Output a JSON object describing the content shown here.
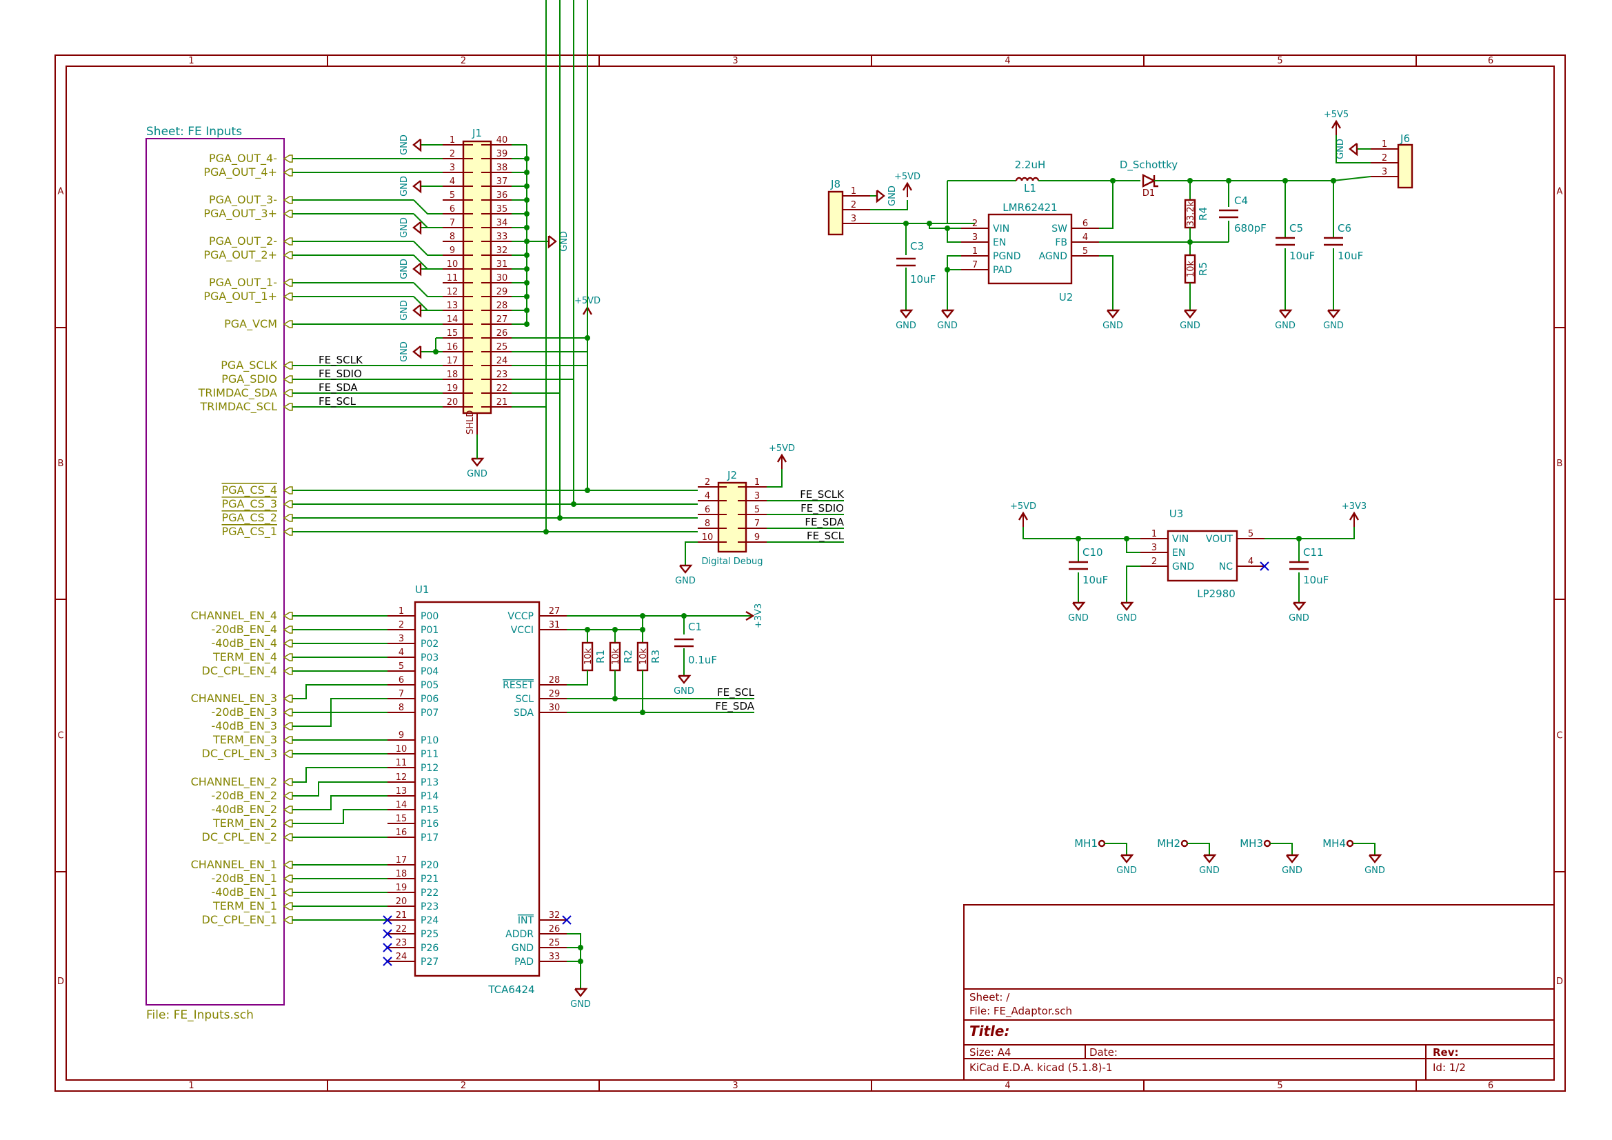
{
  "border": {
    "columns": [
      "1",
      "2",
      "3",
      "4",
      "5",
      "6"
    ],
    "rows": [
      "A",
      "B",
      "C",
      "D"
    ]
  },
  "hier_sheet": {
    "sheet_label": "Sheet: FE Inputs",
    "file_label": "File: FE_Inputs.sch",
    "pins": [
      "PGA_OUT_4-",
      "PGA_OUT_4+",
      "PGA_OUT_3-",
      "PGA_OUT_3+",
      "PGA_OUT_2-",
      "PGA_OUT_2+",
      "PGA_OUT_1-",
      "PGA_OUT_1+",
      "PGA_VCM",
      "PGA_SCLK",
      "PGA_SDIO",
      "TRIMDAC_SDA",
      "TRIMDAC_SCL",
      "PGA_CS_4",
      "PGA_CS_3",
      "PGA_CS_2",
      "PGA_CS_1",
      "CHANNEL_EN_4",
      "-20dB_EN_4",
      "-40dB_EN_4",
      "TERM_EN_4",
      "DC_CPL_EN_4",
      "CHANNEL_EN_3",
      "-20dB_EN_3",
      "-40dB_EN_3",
      "TERM_EN_3",
      "DC_CPL_EN_3",
      "CHANNEL_EN_2",
      "-20dB_EN_2",
      "-40dB_EN_2",
      "TERM_EN_2",
      "DC_CPL_EN_2",
      "CHANNEL_EN_1",
      "-20dB_EN_1",
      "-40dB_EN_1",
      "TERM_EN_1",
      "DC_CPL_EN_1"
    ]
  },
  "j1": {
    "ref": "J1",
    "shield": "SHLD",
    "left_pins": [
      "1",
      "2",
      "3",
      "4",
      "5",
      "6",
      "7",
      "8",
      "9",
      "10",
      "11",
      "12",
      "13",
      "14",
      "15",
      "16",
      "17",
      "18",
      "19",
      "20"
    ],
    "right_pins": [
      "40",
      "39",
      "38",
      "37",
      "36",
      "35",
      "34",
      "33",
      "32",
      "31",
      "30",
      "29",
      "28",
      "27",
      "26",
      "25",
      "24",
      "23",
      "22",
      "21"
    ]
  },
  "net_labels": {
    "fe_sclk": "FE_SCLK",
    "fe_sdio": "FE_SDIO",
    "fe_sda": "FE_SDA",
    "fe_scl": "FE_SCL"
  },
  "power": {
    "gnd": "GND",
    "p5vd": "+5VD",
    "p5v5": "+5V5",
    "p3v3": "+3V3"
  },
  "j2": {
    "ref": "J2",
    "value": "Digital Debug",
    "left_pins": [
      "2",
      "4",
      "6",
      "8",
      "10"
    ],
    "right_pins": [
      "1",
      "3",
      "5",
      "7",
      "9"
    ]
  },
  "u1": {
    "ref": "U1",
    "value": "TCA6424",
    "left_pins": [
      {
        "num": "1",
        "name": "P00"
      },
      {
        "num": "2",
        "name": "P01"
      },
      {
        "num": "3",
        "name": "P02"
      },
      {
        "num": "4",
        "name": "P03"
      },
      {
        "num": "5",
        "name": "P04"
      },
      {
        "num": "6",
        "name": "P05"
      },
      {
        "num": "7",
        "name": "P06"
      },
      {
        "num": "8",
        "name": "P07"
      },
      {
        "num": "9",
        "name": "P10"
      },
      {
        "num": "10",
        "name": "P11"
      },
      {
        "num": "11",
        "name": "P12"
      },
      {
        "num": "12",
        "name": "P13"
      },
      {
        "num": "13",
        "name": "P14"
      },
      {
        "num": "14",
        "name": "P15"
      },
      {
        "num": "15",
        "name": "P16"
      },
      {
        "num": "16",
        "name": "P17"
      },
      {
        "num": "17",
        "name": "P20"
      },
      {
        "num": "18",
        "name": "P21"
      },
      {
        "num": "19",
        "name": "P22"
      },
      {
        "num": "20",
        "name": "P23"
      },
      {
        "num": "21",
        "name": "P24"
      },
      {
        "num": "22",
        "name": "P25"
      },
      {
        "num": "23",
        "name": "P26"
      },
      {
        "num": "24",
        "name": "P27"
      }
    ],
    "right_pins": [
      {
        "num": "27",
        "name": "VCCP"
      },
      {
        "num": "31",
        "name": "VCCI"
      },
      {
        "num": "28",
        "name": "RESET"
      },
      {
        "num": "29",
        "name": "SCL"
      },
      {
        "num": "30",
        "name": "SDA"
      },
      {
        "num": "32",
        "name": "INT"
      },
      {
        "num": "26",
        "name": "ADDR"
      },
      {
        "num": "25",
        "name": "GND"
      },
      {
        "num": "33",
        "name": "PAD"
      }
    ]
  },
  "resistors_pullup": [
    {
      "ref": "R1",
      "value": "10k"
    },
    {
      "ref": "R2",
      "value": "10k"
    },
    {
      "ref": "R3",
      "value": "10k"
    }
  ],
  "c1": {
    "ref": "C1",
    "value": "0.1uF"
  },
  "j8": {
    "ref": "J8",
    "pins": [
      "1",
      "2",
      "3"
    ]
  },
  "u2": {
    "ref": "U2",
    "value": "LMR62421",
    "left_pins": [
      {
        "num": "2",
        "name": "VIN"
      },
      {
        "num": "3",
        "name": "EN"
      },
      {
        "num": "1",
        "name": "PGND"
      },
      {
        "num": "7",
        "name": "PAD"
      }
    ],
    "right_pins": [
      {
        "num": "6",
        "name": "SW"
      },
      {
        "num": "4",
        "name": "FB"
      },
      {
        "num": "5",
        "name": "AGND"
      }
    ]
  },
  "l1": {
    "ref": "L1",
    "value": "2.2uH"
  },
  "d1": {
    "ref": "D1",
    "value": "D_Schottky"
  },
  "r4": {
    "ref": "R4",
    "value": "33.2k"
  },
  "r5": {
    "ref": "R5",
    "value": "10k"
  },
  "c3": {
    "ref": "C3",
    "value": "10uF"
  },
  "c4": {
    "ref": "C4",
    "value": "680pF"
  },
  "c5": {
    "ref": "C5",
    "value": "10uF"
  },
  "c6": {
    "ref": "C6",
    "value": "10uF"
  },
  "j6": {
    "ref": "J6",
    "pins": [
      "1",
      "2",
      "3"
    ]
  },
  "u3": {
    "ref": "U3",
    "value": "LP2980",
    "left_pins": [
      {
        "num": "1",
        "name": "VIN"
      },
      {
        "num": "3",
        "name": "EN"
      },
      {
        "num": "2",
        "name": "GND"
      }
    ],
    "right_pins": [
      {
        "num": "5",
        "name": "VOUT"
      },
      {
        "num": "4",
        "name": "NC"
      }
    ]
  },
  "c10": {
    "ref": "C10",
    "value": "10uF"
  },
  "c11": {
    "ref": "C11",
    "value": "10uF"
  },
  "mounting_holes": [
    "MH1",
    "MH2",
    "MH3",
    "MH4"
  ],
  "title_block": {
    "sheet": "Sheet: /",
    "file": "File: FE_Adaptor.sch",
    "title": "Title:",
    "size": "Size: A4",
    "date": "Date:",
    "rev": "Rev:",
    "tool": "KiCad E.D.A.  kicad (5.1.8)-1",
    "id": "Id: 1/2"
  }
}
